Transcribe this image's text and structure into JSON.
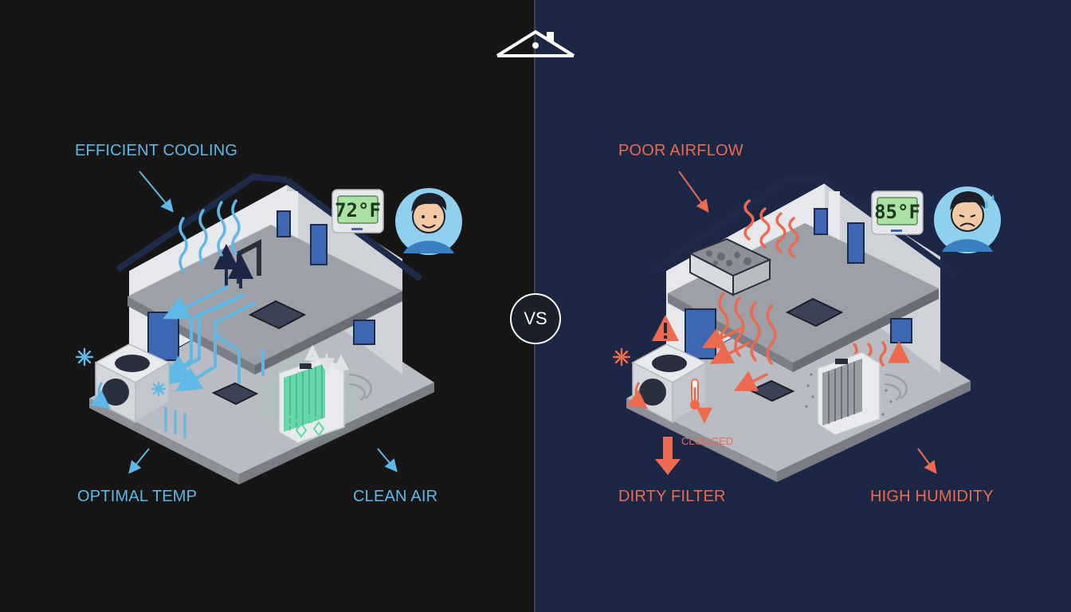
{
  "left": {
    "title": "EFFICIENT COOLING",
    "labels": {
      "temp": "OPTIMAL TEMP",
      "air": "CLEAN AIR"
    },
    "thermostat": "72°F",
    "face": "happy"
  },
  "right": {
    "title": "POOR AIRFLOW",
    "labels": {
      "filter": "DIRTY FILTER",
      "humidity": "HIGH HUMIDITY",
      "clogged": "CLOGGED"
    },
    "thermostat": "85°F",
    "face": "sad"
  },
  "center": {
    "vs": "VS",
    "logo_icon": "house-icon"
  },
  "colors": {
    "left_bg": "#161616",
    "right_bg": "#1c2745",
    "accent_blue": "#5fb8e6",
    "accent_red": "#ec6a4e",
    "filter_green": "#66d9a6"
  }
}
